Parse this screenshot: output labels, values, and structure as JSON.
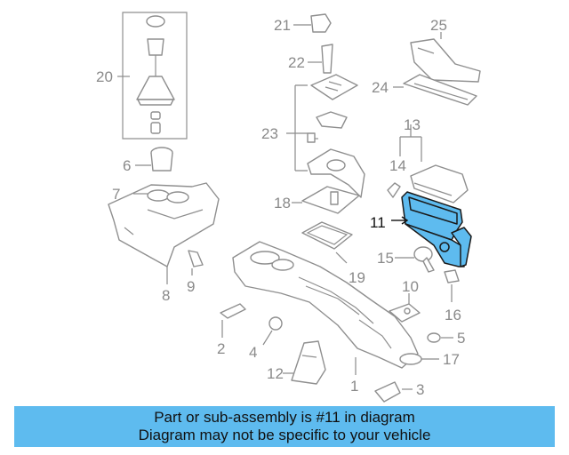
{
  "diagram": {
    "highlight_color": "#5ebbef",
    "highlighted_part": "11",
    "callouts": [
      "1",
      "2",
      "3",
      "4",
      "5",
      "6",
      "7",
      "8",
      "9",
      "10",
      "11",
      "12",
      "13",
      "14",
      "15",
      "16",
      "17",
      "18",
      "19",
      "20",
      "21",
      "22",
      "23",
      "24",
      "25"
    ]
  },
  "banner": {
    "background": "#5ebbef",
    "line1": "Part or sub-assembly is #11 in diagram",
    "line2": "Diagram may not be specific to your vehicle"
  }
}
